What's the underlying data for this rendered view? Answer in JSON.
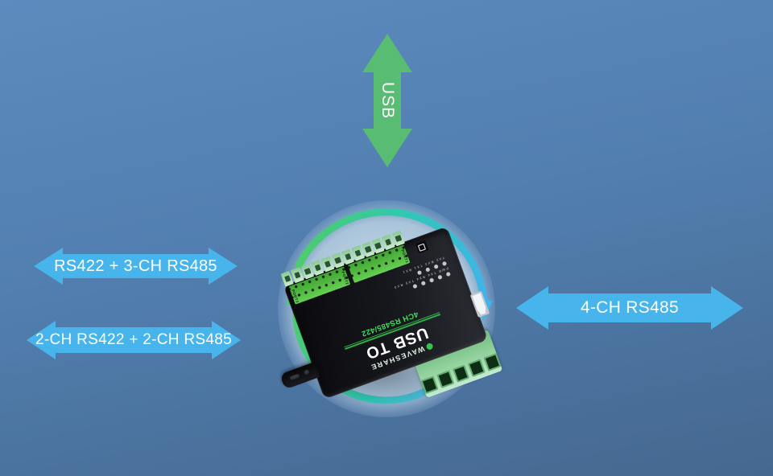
{
  "colors": {
    "bg_top": "#5d8bbe",
    "bg_bottom": "#45688f",
    "usb_arrow": "#58bc72",
    "ch_arrow": "#47b5eb",
    "halo": "#b6cde0",
    "cycle_green": "#4ecb6e",
    "cycle_teal": "#2fc8b2",
    "cycle_blue": "#41b3ea",
    "device_label_green": "#49d85f"
  },
  "arrows": {
    "usb": {
      "label": "USB"
    },
    "left_top": {
      "label": "RS422 + 3-CH RS485"
    },
    "left_bottom": {
      "label": "2-CH RS422 + 2-CH RS485"
    },
    "right": {
      "label": "4-CH RS485"
    }
  },
  "device": {
    "brand": "WAVESHARE",
    "title": "USB TO",
    "subtitle": "4CH RS485/422",
    "port_labels": [
      "PORT1",
      "PORT2",
      "PORT3",
      "PORT4"
    ],
    "led_rows": [
      [
        "PWR",
        "TX4",
        "RX4",
        "TX3",
        "RX3"
      ],
      [
        "TX2",
        "RX2",
        "TX1",
        "RX1"
      ]
    ]
  }
}
